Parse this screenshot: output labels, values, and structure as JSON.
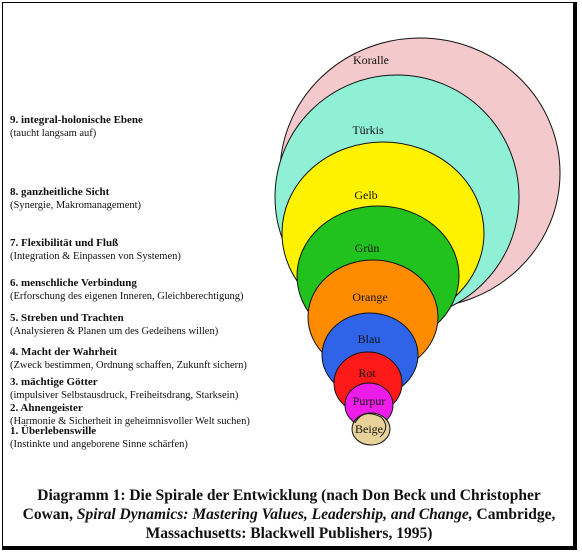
{
  "colors": {
    "koralle": "#f3c9cc",
    "tuerkis": "#8ff0d6",
    "gelb": "#fff200",
    "gruen": "#22c21e",
    "orange": "#ff8c00",
    "blau": "#2f63e8",
    "rot": "#ff1a1a",
    "purpur": "#ee1ce8",
    "beige": "#e7d29a"
  },
  "spiral": {
    "labels": [
      "Koralle",
      "Türkis",
      "Gelb",
      "Grün",
      "Orange",
      "Blau",
      "Rot",
      "Purpur",
      "Beige"
    ]
  },
  "levels": [
    {
      "title": "9. integral-holonische Ebene",
      "sub": "(taucht langsam auf)"
    },
    {
      "title": "8. ganzheitliche Sicht",
      "sub": "(Synergie, Makromanagement)"
    },
    {
      "title": "7. Flexibilität und Fluß",
      "sub": "(Integration & Einpassen von Systemen)"
    },
    {
      "title": "6. menschliche Verbindung",
      "sub": "(Erforschung des eigenen Inneren, Gleichberechtigung)"
    },
    {
      "title": "5. Streben und Trachten",
      "sub": "(Analysieren & Planen um des Gedeihens willen)"
    },
    {
      "title": "4. Macht der Wahrheit",
      "sub": "(Zweck bestimmen, Ordnung schaffen, Zukunft sichern)"
    },
    {
      "title": "3. mächtige Götter",
      "sub": "(impulsiver Selbstausdruck, Freiheitsdrang, Starksein)"
    },
    {
      "title": "2. Ahnengeister",
      "sub": "(Harmonie & Sicherheit in geheimnisvoller Welt suchen)"
    },
    {
      "title": "1. Überlebenswille",
      "sub": "(Instinkte und angeborene Sinne schärfen)"
    }
  ],
  "caption": {
    "part1": "Diagramm 1: Die Spirale der Entwicklung (nach Don Beck und Christopher Cowan, ",
    "italic": "Spiral Dynamics: Mastering Values, Leadership, and Change,",
    "part2": " Cambridge, Massachusetts: Blackwell Publishers, 1995)"
  }
}
